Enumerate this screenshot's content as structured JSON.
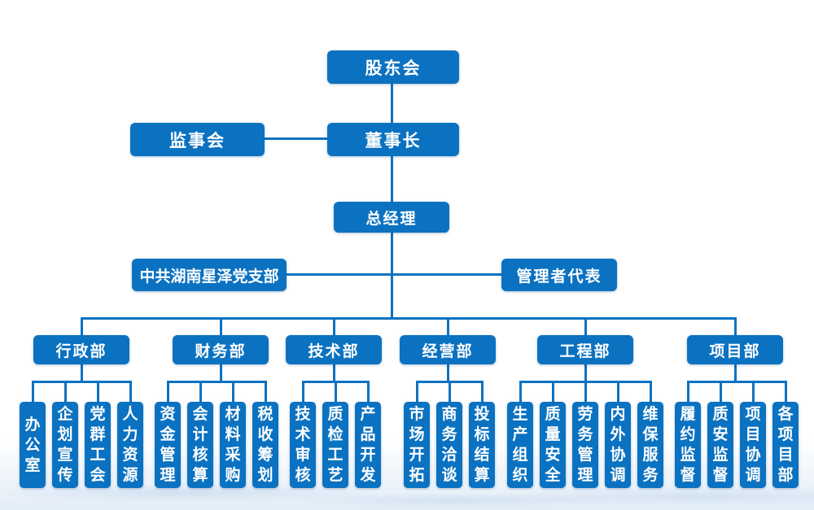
{
  "org_chart": {
    "colors": {
      "primary_blue": "#0b72c1",
      "text": "#ffffff"
    },
    "executives": {
      "shareholders": "股东会",
      "supervisory_board": "监事会",
      "chairman": "董事长",
      "general_manager": "总经理",
      "party_branch": "中共湖南星泽党支部",
      "management_representative": "管理者代表"
    },
    "departments": [
      {
        "label": "行政部",
        "children": [
          "办公室",
          "企划宣传",
          "党群工会",
          "人力资源"
        ]
      },
      {
        "label": "财务部",
        "children": [
          "资金管理",
          "会计核算",
          "材料采购",
          "税收筹划"
        ]
      },
      {
        "label": "技术部",
        "children": [
          "技术审核",
          "质检工艺",
          "产品开发"
        ]
      },
      {
        "label": "经营部",
        "children": [
          "市场开拓",
          "商务洽谈",
          "投标结算"
        ]
      },
      {
        "label": "工程部",
        "children": [
          "生产组织",
          "质量安全",
          "劳务管理",
          "内外协调",
          "维保服务"
        ]
      },
      {
        "label": "项目部",
        "children": [
          "履约监督",
          "质安监督",
          "项目协调",
          "各项目部"
        ]
      }
    ]
  }
}
